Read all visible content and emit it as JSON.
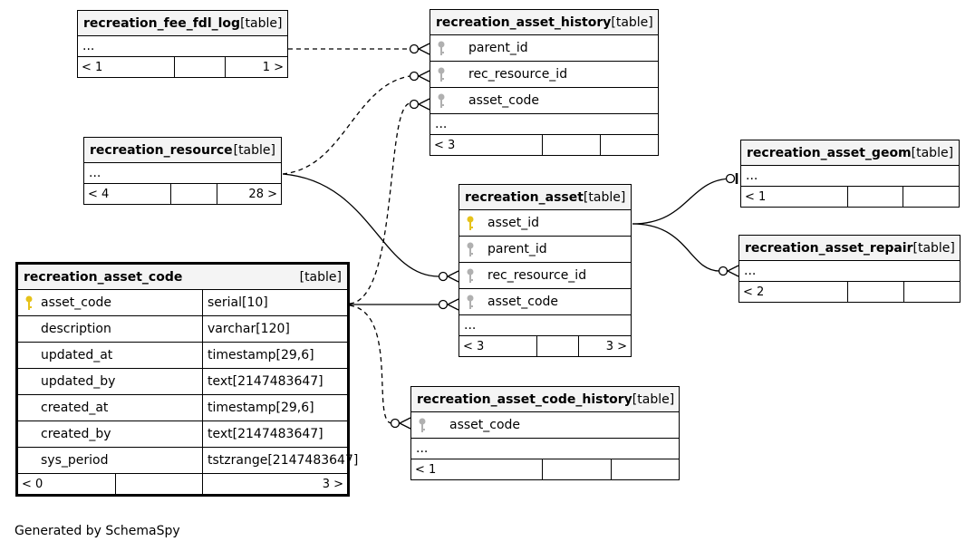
{
  "tables": {
    "fee_fdl_log": {
      "name": "recreation_fee_fdl_log",
      "type": "[table]",
      "ellipsis": "...",
      "footer": [
        "< 1",
        "",
        "1 >"
      ]
    },
    "asset_history": {
      "name": "recreation_asset_history",
      "type": "[table]",
      "columns": [
        "parent_id",
        "rec_resource_id",
        "asset_code"
      ],
      "ellipsis": "...",
      "footer": [
        "< 3",
        "",
        ""
      ]
    },
    "resource": {
      "name": "recreation_resource",
      "type": "[table]",
      "ellipsis": "...",
      "footer": [
        "< 4",
        "",
        "28 >"
      ]
    },
    "asset": {
      "name": "recreation_asset",
      "type": "[table]",
      "columns": [
        "asset_id",
        "parent_id",
        "rec_resource_id",
        "asset_code"
      ],
      "ellipsis": "...",
      "footer": [
        "< 3",
        "",
        "3 >"
      ]
    },
    "asset_geom": {
      "name": "recreation_asset_geom",
      "type": "[table]",
      "ellipsis": "...",
      "footer": [
        "< 1",
        "",
        ""
      ]
    },
    "asset_repair": {
      "name": "recreation_asset_repair",
      "type": "[table]",
      "ellipsis": "...",
      "footer": [
        "< 2",
        "",
        ""
      ]
    },
    "asset_code": {
      "name": "recreation_asset_code",
      "type": "[table]",
      "columns": [
        {
          "name": "asset_code",
          "type": "serial[10]"
        },
        {
          "name": "description",
          "type": "varchar[120]"
        },
        {
          "name": "updated_at",
          "type": "timestamp[29,6]"
        },
        {
          "name": "updated_by",
          "type": "text[2147483647]"
        },
        {
          "name": "created_at",
          "type": "timestamp[29,6]"
        },
        {
          "name": "created_by",
          "type": "text[2147483647]"
        },
        {
          "name": "sys_period",
          "type": "tstzrange[2147483647]"
        }
      ],
      "footer": [
        "< 0",
        "",
        "3 >"
      ]
    },
    "asset_code_history": {
      "name": "recreation_asset_code_history",
      "type": "[table]",
      "columns": [
        "asset_code"
      ],
      "ellipsis": "...",
      "footer": [
        "< 1",
        "",
        ""
      ]
    }
  },
  "colors": {
    "primary_key": "#e6c21a",
    "foreign_key": "#b0b0b0",
    "header_bg": "#f4f4f4"
  },
  "icons": {
    "primary_key": "key-icon",
    "foreign_key": "key-icon"
  },
  "credit": "Generated by SchemaSpy"
}
